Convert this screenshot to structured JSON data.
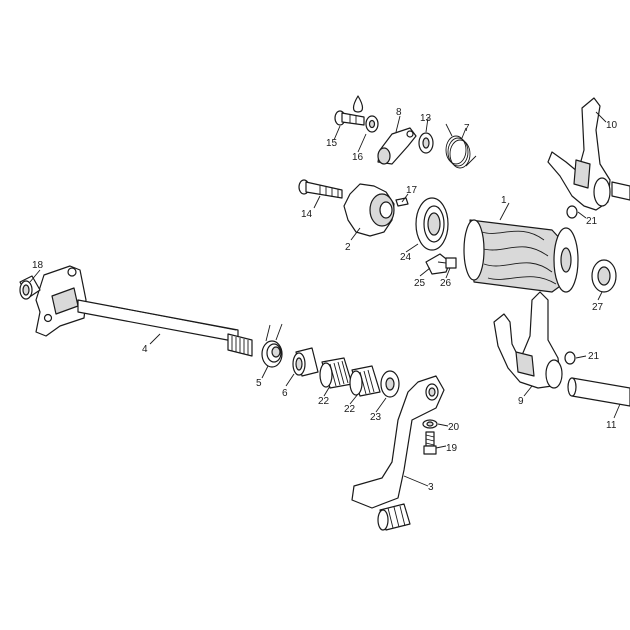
{
  "callouts": [
    {
      "id": "c1",
      "label": "1"
    },
    {
      "id": "c2",
      "label": "2"
    },
    {
      "id": "c3",
      "label": "3"
    },
    {
      "id": "c4",
      "label": "4"
    },
    {
      "id": "c5",
      "label": "5"
    },
    {
      "id": "c6",
      "label": "6"
    },
    {
      "id": "c7",
      "label": "7"
    },
    {
      "id": "c8",
      "label": "8"
    },
    {
      "id": "c9",
      "label": "9"
    },
    {
      "id": "c10",
      "label": "10"
    },
    {
      "id": "c11",
      "label": "11"
    },
    {
      "id": "c13",
      "label": "13"
    },
    {
      "id": "c14",
      "label": "14"
    },
    {
      "id": "c15",
      "label": "15"
    },
    {
      "id": "c16",
      "label": "16"
    },
    {
      "id": "c17",
      "label": "17"
    },
    {
      "id": "c18",
      "label": "18"
    },
    {
      "id": "c19",
      "label": "19"
    },
    {
      "id": "c20",
      "label": "20"
    },
    {
      "id": "c21a",
      "label": "21"
    },
    {
      "id": "c21b",
      "label": "21"
    },
    {
      "id": "c22a",
      "label": "22"
    },
    {
      "id": "c22b",
      "label": "22"
    },
    {
      "id": "c23",
      "label": "23"
    },
    {
      "id": "c24",
      "label": "24"
    },
    {
      "id": "c25",
      "label": "25"
    },
    {
      "id": "c26",
      "label": "26"
    },
    {
      "id": "c27",
      "label": "27"
    }
  ],
  "icons": {
    "lubricant": "oil-drop-icon"
  }
}
